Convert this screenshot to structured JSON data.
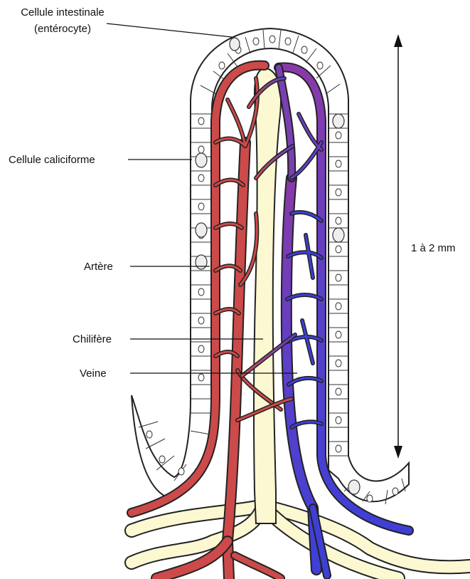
{
  "labels": {
    "enterocyte_line1": "Cellule intestinale",
    "enterocyte_line2": "(entérocyte)",
    "goblet": "Cellule caliciforme",
    "artery": "Artère",
    "lacteal": "Chilifère",
    "vein": "Veine",
    "scale": "1 à 2 mm"
  },
  "colors": {
    "artery": "#cd4a4a",
    "vein": "#3f3fd6",
    "vein_mixed": "#7a3fb0",
    "lacteal": "#fbf8d2",
    "epithelium_fill": "#ffffff",
    "outline": "#222222"
  }
}
